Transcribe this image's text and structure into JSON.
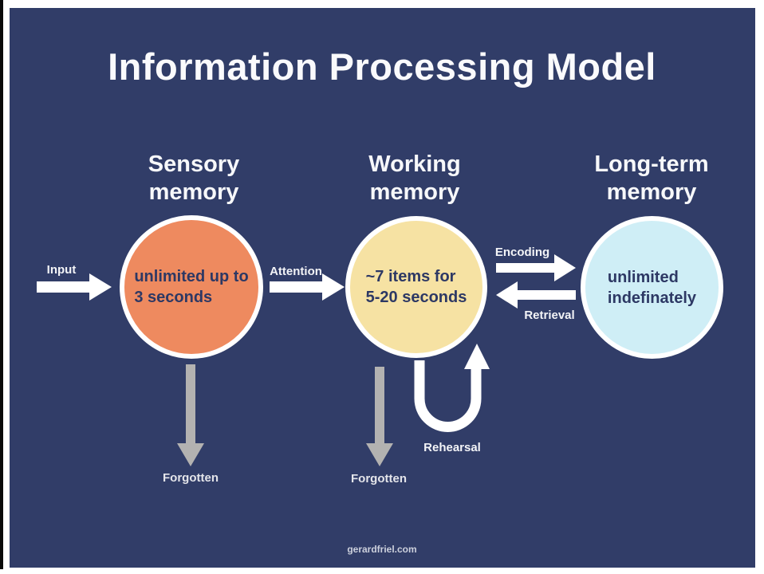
{
  "page": {
    "title": "Information Processing Model",
    "footer": "gerardfriel.com"
  },
  "colors": {
    "panel_background": "#313d68",
    "heading_text": "#f7f8fa",
    "circle_text": "#2d3864",
    "circle_border": "#ffffff",
    "sensory_fill": "#ee8a5f",
    "working_fill": "#f6e2a3",
    "longterm_fill": "#cfeef6",
    "arrow_white": "#ffffff",
    "arrow_gray": "#b3b2b1"
  },
  "stages": [
    {
      "heading_line1": "Sensory",
      "heading_line2": "memory",
      "text_line1": "unlimited up to",
      "text_line2": "3 seconds"
    },
    {
      "heading_line1": "Working",
      "heading_line2": "memory",
      "text_line1": "~7 items for",
      "text_line2": "5-20 seconds"
    },
    {
      "heading_line1": "Long-term",
      "heading_line2": "memory",
      "text_line1": "unlimited",
      "text_line2": "indefinately"
    }
  ],
  "labels": {
    "input": "Input",
    "attention": "Attention",
    "encoding": "Encoding",
    "retrieval": "Retrieval",
    "rehearsal": "Rehearsal",
    "forgotten_sensory": "Forgotten",
    "forgotten_working": "Forgotten"
  }
}
